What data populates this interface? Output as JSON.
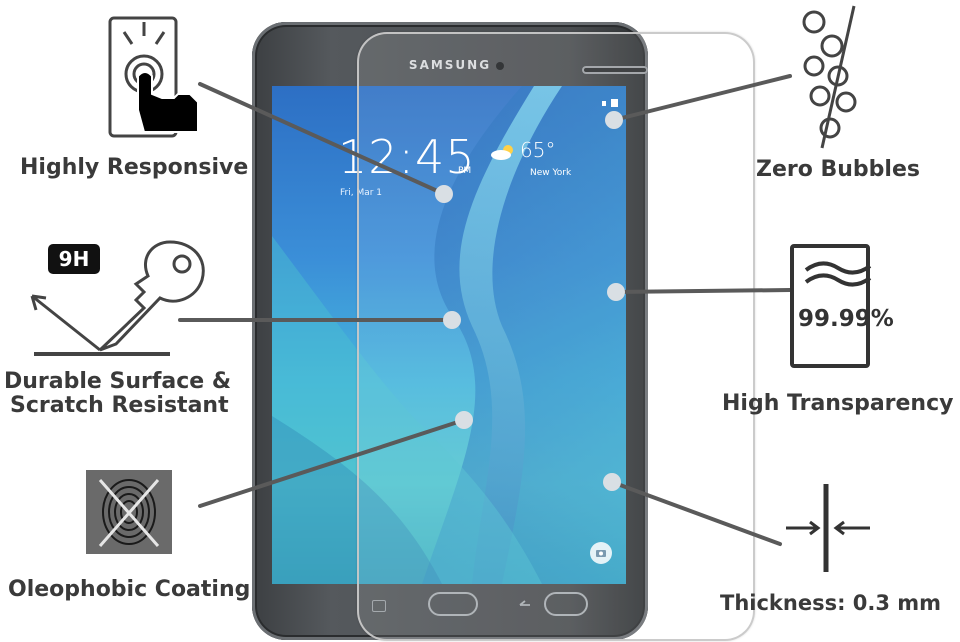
{
  "tablet": {
    "brand": "SAMSUNG",
    "clock": "12:45",
    "ampm": "PM",
    "date": "Fri, Mar 1",
    "weather_temp": "65°",
    "weather_location": "New York"
  },
  "features": {
    "highly_responsive": "Highly Responsive",
    "zero_bubbles": "Zero Bubbles",
    "durable_line1": "Durable Surface &",
    "durable_line2": "Scratch Resistant",
    "hardness_badge": "9H",
    "high_transparency": "High Transparency",
    "transparency_value": "99.99%",
    "oleophobic": "Oleophobic Coating",
    "thickness": "Thickness: 0.3  mm"
  },
  "icons": [
    "touch-finger-icon",
    "bubbles-icon",
    "key-scratch-icon",
    "transparency-icon",
    "fingerprint-icon",
    "thickness-icon"
  ],
  "colors": {
    "label": "#3a3a3a",
    "line": "#5a5a5a",
    "screen_top": "#2d6fc4",
    "screen_bottom": "#3aa6b8"
  }
}
